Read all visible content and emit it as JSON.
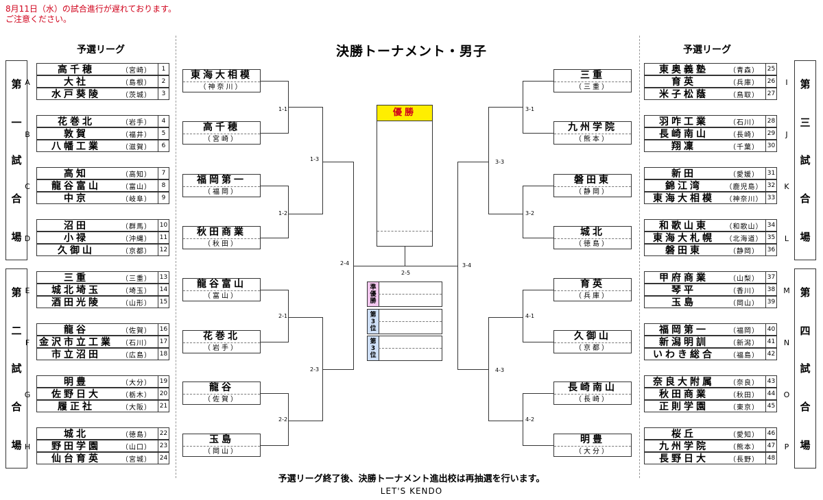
{
  "notice": {
    "line1": "8月11日（水）の試合進行が遅れております。",
    "line2": "ご注意ください。"
  },
  "title": "決勝トーナメント・男子",
  "section_left": "予選リーグ",
  "section_right": "予選リーグ",
  "venues": [
    {
      "chars": [
        "第",
        "一",
        "試",
        "合",
        "場"
      ]
    },
    {
      "chars": [
        "第",
        "二",
        "試",
        "合",
        "場"
      ]
    },
    {
      "chars": [
        "第",
        "三",
        "試",
        "合",
        "場"
      ]
    },
    {
      "chars": [
        "第",
        "四",
        "試",
        "合",
        "場"
      ]
    }
  ],
  "left_groups": [
    {
      "label": "A",
      "teams": [
        {
          "name": "高千穂",
          "pref": "宮崎",
          "num": "1"
        },
        {
          "name": "大社",
          "pref": "島根",
          "num": "2"
        },
        {
          "name": "水戸葵陵",
          "pref": "茨城",
          "num": "3"
        }
      ]
    },
    {
      "label": "B",
      "teams": [
        {
          "name": "花巻北",
          "pref": "岩手",
          "num": "4"
        },
        {
          "name": "敦賀",
          "pref": "福井",
          "num": "5"
        },
        {
          "name": "八幡工業",
          "pref": "滋賀",
          "num": "6"
        }
      ]
    },
    {
      "label": "C",
      "teams": [
        {
          "name": "高知",
          "pref": "高知",
          "num": "7"
        },
        {
          "name": "龍谷富山",
          "pref": "富山",
          "num": "8"
        },
        {
          "name": "中京",
          "pref": "岐阜",
          "num": "9"
        }
      ]
    },
    {
      "label": "D",
      "teams": [
        {
          "name": "沼田",
          "pref": "群馬",
          "num": "10"
        },
        {
          "name": "小禄",
          "pref": "沖縄",
          "num": "11"
        },
        {
          "name": "久御山",
          "pref": "京都",
          "num": "12"
        }
      ]
    },
    {
      "label": "E",
      "teams": [
        {
          "name": "三重",
          "pref": "三重",
          "num": "13"
        },
        {
          "name": "城北埼玉",
          "pref": "埼玉",
          "num": "14"
        },
        {
          "name": "酒田光陵",
          "pref": "山形",
          "num": "15"
        }
      ]
    },
    {
      "label": "F",
      "teams": [
        {
          "name": "龍谷",
          "pref": "佐賀",
          "num": "16"
        },
        {
          "name": "金沢市立工業",
          "pref": "石川",
          "num": "17"
        },
        {
          "name": "市立沼田",
          "pref": "広島",
          "num": "18"
        }
      ]
    },
    {
      "label": "G",
      "teams": [
        {
          "name": "明豊",
          "pref": "大分",
          "num": "19"
        },
        {
          "name": "佐野日大",
          "pref": "栃木",
          "num": "20"
        },
        {
          "name": "履正社",
          "pref": "大阪",
          "num": "21"
        }
      ]
    },
    {
      "label": "H",
      "teams": [
        {
          "name": "城北",
          "pref": "徳島",
          "num": "22"
        },
        {
          "name": "野田学園",
          "pref": "山口",
          "num": "23"
        },
        {
          "name": "仙台育英",
          "pref": "宮城",
          "num": "24"
        }
      ]
    }
  ],
  "right_groups": [
    {
      "label": "I",
      "teams": [
        {
          "name": "東奥義塾",
          "pref": "青森",
          "num": "25"
        },
        {
          "name": "育英",
          "pref": "兵庫",
          "num": "26"
        },
        {
          "name": "米子松蔭",
          "pref": "鳥取",
          "num": "27"
        }
      ]
    },
    {
      "label": "J",
      "teams": [
        {
          "name": "羽咋工業",
          "pref": "石川",
          "num": "28"
        },
        {
          "name": "長崎南山",
          "pref": "長崎",
          "num": "29"
        },
        {
          "name": "翔凜",
          "pref": "千葉",
          "num": "30"
        }
      ]
    },
    {
      "label": "K",
      "teams": [
        {
          "name": "新田",
          "pref": "愛媛",
          "num": "31"
        },
        {
          "name": "錦江湾",
          "pref": "鹿児島",
          "num": "32"
        },
        {
          "name": "東海大相模",
          "pref": "神奈川",
          "num": "33"
        }
      ]
    },
    {
      "label": "L",
      "teams": [
        {
          "name": "和歌山東",
          "pref": "和歌山",
          "num": "34"
        },
        {
          "name": "東海大札幌",
          "pref": "北海道",
          "num": "35"
        },
        {
          "name": "磐田東",
          "pref": "静岡",
          "num": "36"
        }
      ]
    },
    {
      "label": "M",
      "teams": [
        {
          "name": "甲府商業",
          "pref": "山梨",
          "num": "37"
        },
        {
          "name": "琴平",
          "pref": "香川",
          "num": "38"
        },
        {
          "name": "玉島",
          "pref": "岡山",
          "num": "39"
        }
      ]
    },
    {
      "label": "N",
      "teams": [
        {
          "name": "福岡第一",
          "pref": "福岡",
          "num": "40"
        },
        {
          "name": "新潟明訓",
          "pref": "新潟",
          "num": "41"
        },
        {
          "name": "いわき総合",
          "pref": "福島",
          "num": "42"
        }
      ]
    },
    {
      "label": "O",
      "teams": [
        {
          "name": "奈良大附属",
          "pref": "奈良",
          "num": "43"
        },
        {
          "name": "秋田商業",
          "pref": "秋田",
          "num": "44"
        },
        {
          "name": "正則学園",
          "pref": "東京",
          "num": "45"
        }
      ]
    },
    {
      "label": "P",
      "teams": [
        {
          "name": "桜丘",
          "pref": "愛知",
          "num": "46"
        },
        {
          "name": "九州学院",
          "pref": "熊本",
          "num": "47"
        },
        {
          "name": "長野日大",
          "pref": "長野",
          "num": "48"
        }
      ]
    }
  ],
  "bracket_left": [
    {
      "name": "東海大相模",
      "pref": "神奈川"
    },
    {
      "name": "高千穂",
      "pref": "宮崎"
    },
    {
      "name": "福岡第一",
      "pref": "福岡"
    },
    {
      "name": "秋田商業",
      "pref": "秋田"
    },
    {
      "name": "龍谷富山",
      "pref": "富山"
    },
    {
      "name": "花巻北",
      "pref": "岩手"
    },
    {
      "name": "龍谷",
      "pref": "佐賀"
    },
    {
      "name": "玉島",
      "pref": "岡山"
    }
  ],
  "bracket_right": [
    {
      "name": "三重",
      "pref": "三重"
    },
    {
      "name": "九州学院",
      "pref": "熊本"
    },
    {
      "name": "磐田東",
      "pref": "静岡"
    },
    {
      "name": "城北",
      "pref": "徳島"
    },
    {
      "name": "育英",
      "pref": "兵庫"
    },
    {
      "name": "久御山",
      "pref": "京都"
    },
    {
      "name": "長崎南山",
      "pref": "長崎"
    },
    {
      "name": "明豊",
      "pref": "大分"
    }
  ],
  "match_labels": {
    "m11": "1-1",
    "m12": "1-2",
    "m13": "1-3",
    "m21": "2-1",
    "m22": "2-2",
    "m23": "2-3",
    "m24": "2-4",
    "m25": "2-5",
    "m31": "3-1",
    "m32": "3-2",
    "m33": "3-3",
    "m34": "3-4",
    "m41": "4-1",
    "m42": "4-2",
    "m43": "4-3"
  },
  "champion_label": "優勝",
  "runner_up_label": [
    "準",
    "優",
    "勝"
  ],
  "third_label": [
    "第",
    "3",
    "位"
  ],
  "footer": "予選リーグ終了後、決勝トーナメント進出校は再抽選を行います。",
  "brand": "LET'S KENDO",
  "colors": {
    "notice": "#d0021b",
    "champion_bg": "#ffee00",
    "champion_text": "#d0021b",
    "runner_up_bg": "#f4c8f0",
    "third_bg": "#cfe0f8"
  }
}
